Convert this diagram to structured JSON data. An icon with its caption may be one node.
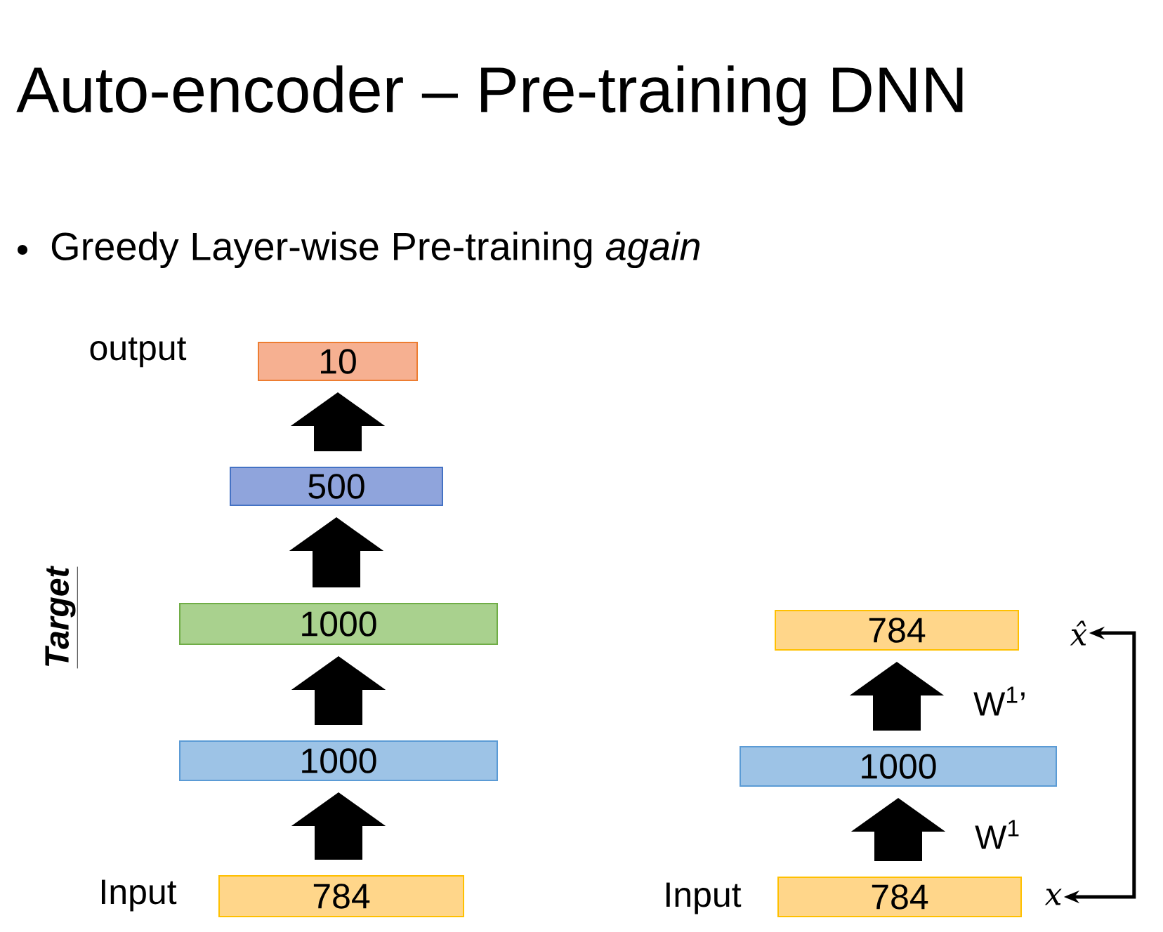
{
  "diagram": {
    "title": "Auto-encoder – Pre-training DNN",
    "caption": "Greedy Layer-wise Pre-training *again*",
    "nodes": [
      {
        "text": [
          "10"
        ],
        "beside": [
          "output"
        ]
      },
      {
        "text": [
          "500"
        ]
      },
      {
        "text": [
          "1000"
        ]
      },
      {
        "text": [
          "1000"
        ]
      },
      {
        "text": [
          "784"
        ],
        "beside": [
          "Input"
        ]
      },
      {
        "text": [
          "784"
        ]
      },
      {
        "text": [
          "1000"
        ]
      },
      {
        "text": [
          "784"
        ],
        "beside": [
          "Input"
        ]
      },
      {
        "text": [
          "x̂"
        ]
      },
      {
        "text": [
          "x"
        ]
      }
    ],
    "edges": [
      {
        "from": 1,
        "to": 0,
        "arrow": "to"
      },
      {
        "from": 2,
        "to": 1,
        "arrow": "to"
      },
      {
        "from": 3,
        "to": 2,
        "arrow": "to"
      },
      {
        "from": 4,
        "to": 3,
        "arrow": "to"
      },
      {
        "from": 6,
        "to": 5,
        "arrow": "to",
        "label": "W$^{1}$’"
      },
      {
        "from": 7,
        "to": 6,
        "arrow": "to",
        "label": "W$^{1}$"
      },
      {
        "from": 9,
        "to": 8,
        "arrow": "both"
      }
    ],
    "labels": [
      "Target"
    ]
  }
}
